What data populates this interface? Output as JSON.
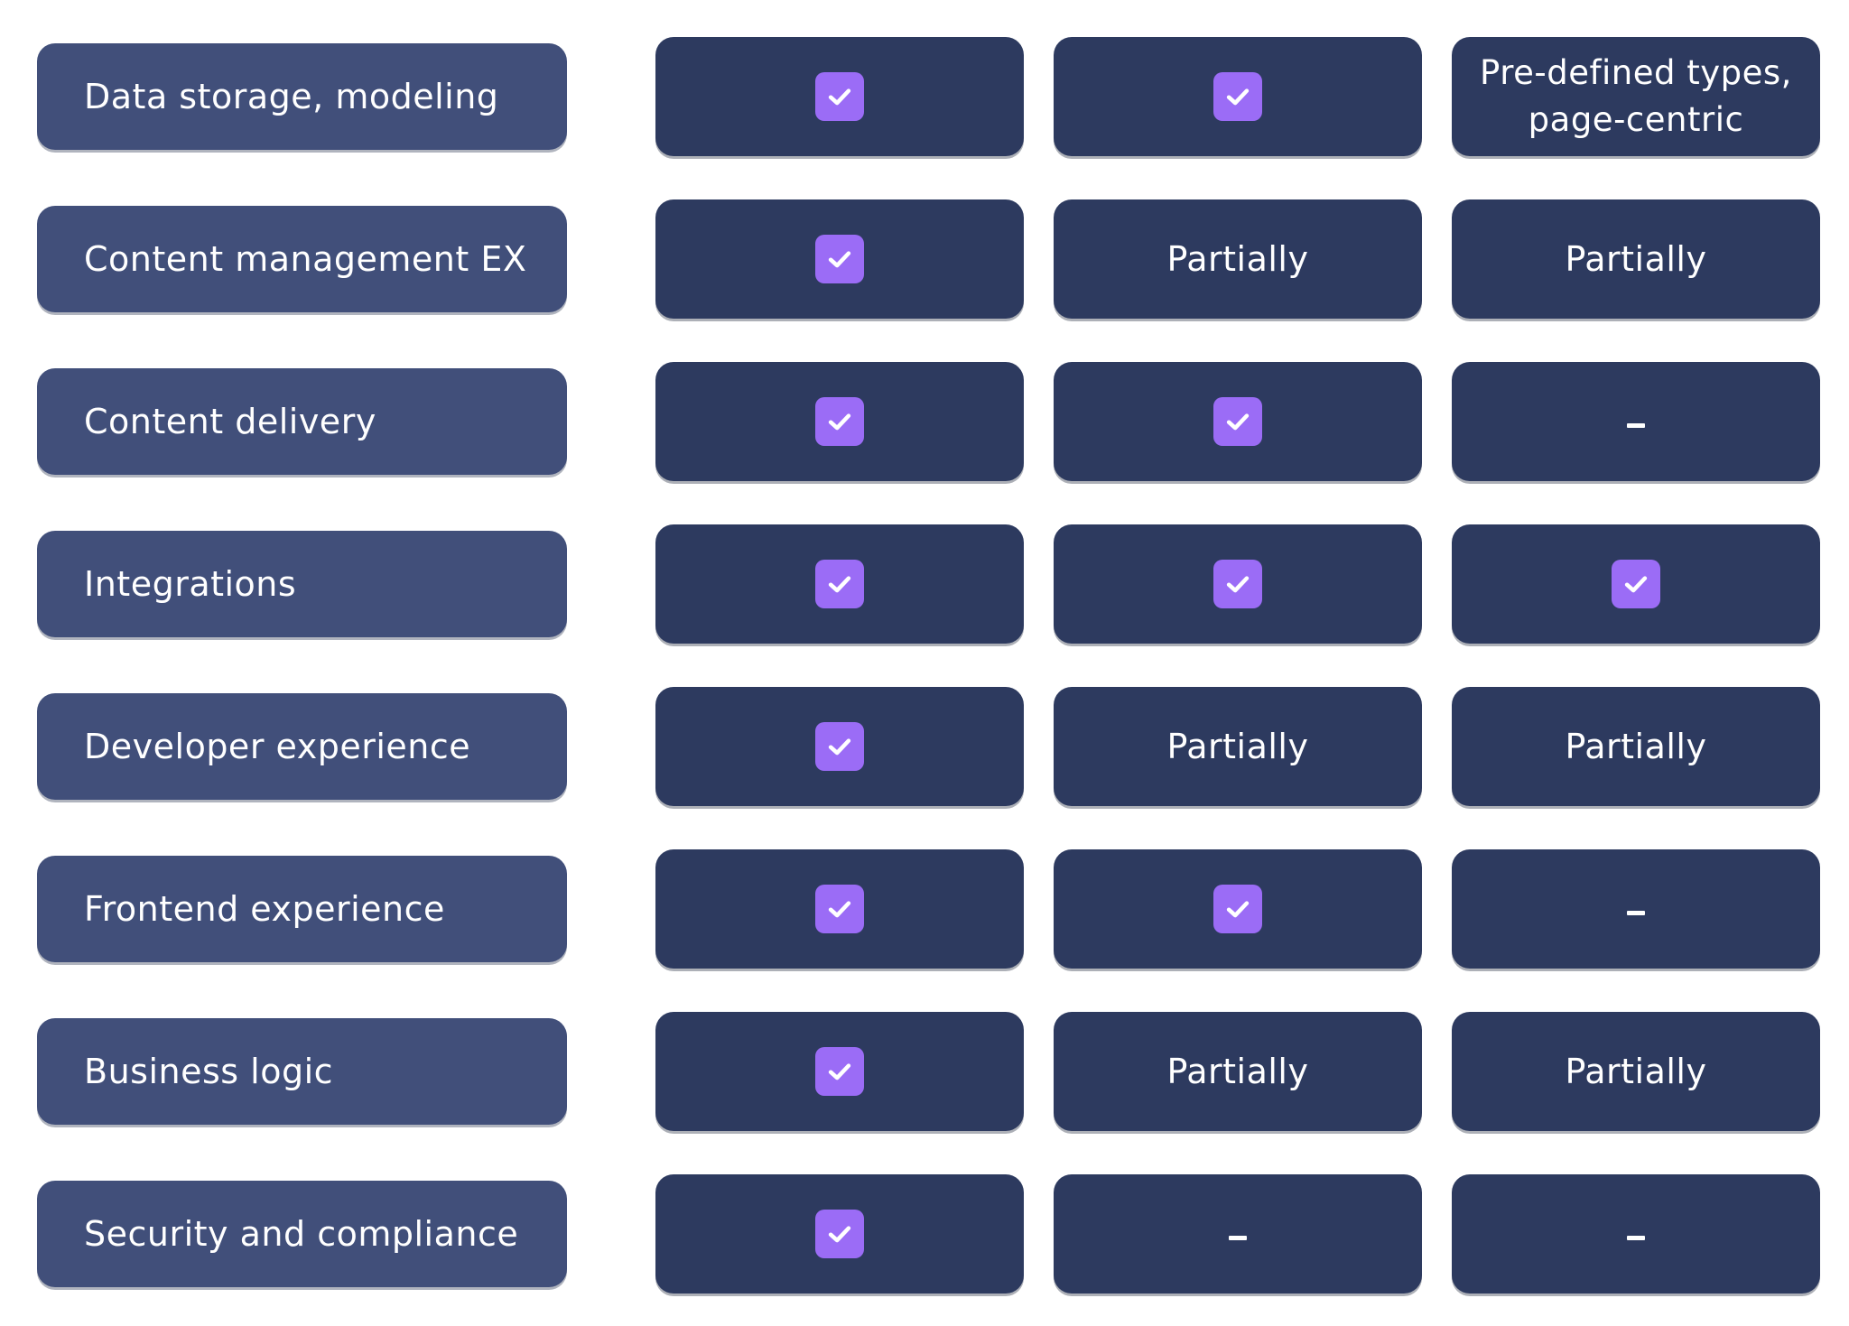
{
  "colors": {
    "label_bg": "#414f7a",
    "cell_bg": "#2d3a5f",
    "check_bg": "#9b6cf6",
    "text": "#ffffff"
  },
  "rows": [
    {
      "label": "Data storage, modeling",
      "cells": [
        {
          "type": "check"
        },
        {
          "type": "check"
        },
        {
          "type": "text",
          "lines": [
            "Pre-defined types,",
            "page-centric"
          ]
        }
      ]
    },
    {
      "label": "Content management EX",
      "cells": [
        {
          "type": "check"
        },
        {
          "type": "text",
          "lines": [
            "Partially"
          ]
        },
        {
          "type": "text",
          "lines": [
            "Partially"
          ]
        }
      ]
    },
    {
      "label": "Content delivery",
      "cells": [
        {
          "type": "check"
        },
        {
          "type": "check"
        },
        {
          "type": "dash"
        }
      ]
    },
    {
      "label": "Integrations",
      "cells": [
        {
          "type": "check"
        },
        {
          "type": "check"
        },
        {
          "type": "check"
        }
      ]
    },
    {
      "label": "Developer experience",
      "cells": [
        {
          "type": "check"
        },
        {
          "type": "text",
          "lines": [
            "Partially"
          ]
        },
        {
          "type": "text",
          "lines": [
            "Partially"
          ]
        }
      ]
    },
    {
      "label": "Frontend experience",
      "cells": [
        {
          "type": "check"
        },
        {
          "type": "check"
        },
        {
          "type": "dash"
        }
      ]
    },
    {
      "label": "Business logic",
      "cells": [
        {
          "type": "check"
        },
        {
          "type": "text",
          "lines": [
            "Partially"
          ]
        },
        {
          "type": "text",
          "lines": [
            "Partially"
          ]
        }
      ]
    },
    {
      "label": "Security and compliance",
      "cells": [
        {
          "type": "check"
        },
        {
          "type": "dash"
        },
        {
          "type": "dash"
        }
      ]
    }
  ]
}
